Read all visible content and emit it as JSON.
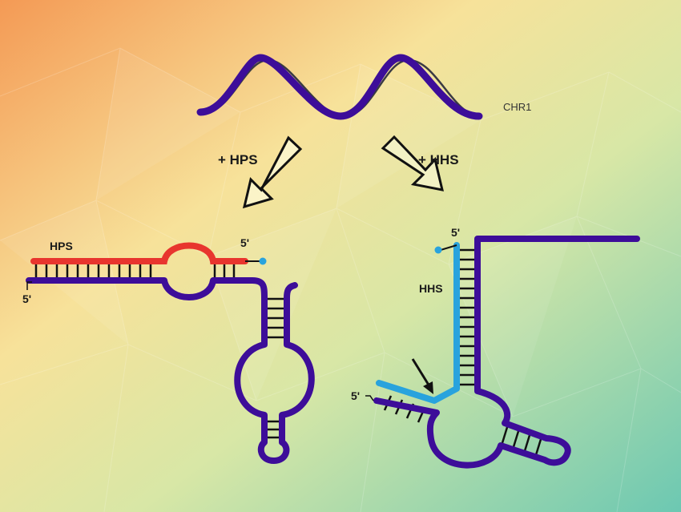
{
  "labels": {
    "chr": "CHR1",
    "left_probe_reagent": "+ HPS",
    "right_probe_reagent": "+ HHS",
    "left_probe": "HPS",
    "right_probe": "HHS",
    "five_prime": "5'"
  },
  "colors": {
    "rna_strand": "#3d0d99",
    "hps_strand": "#e8352e",
    "hhs_strand": "#29a3dd",
    "bonds": "#111111",
    "arrow_outline": "#111111"
  },
  "icons": {
    "pointer_arrow": "arrow-icon"
  }
}
